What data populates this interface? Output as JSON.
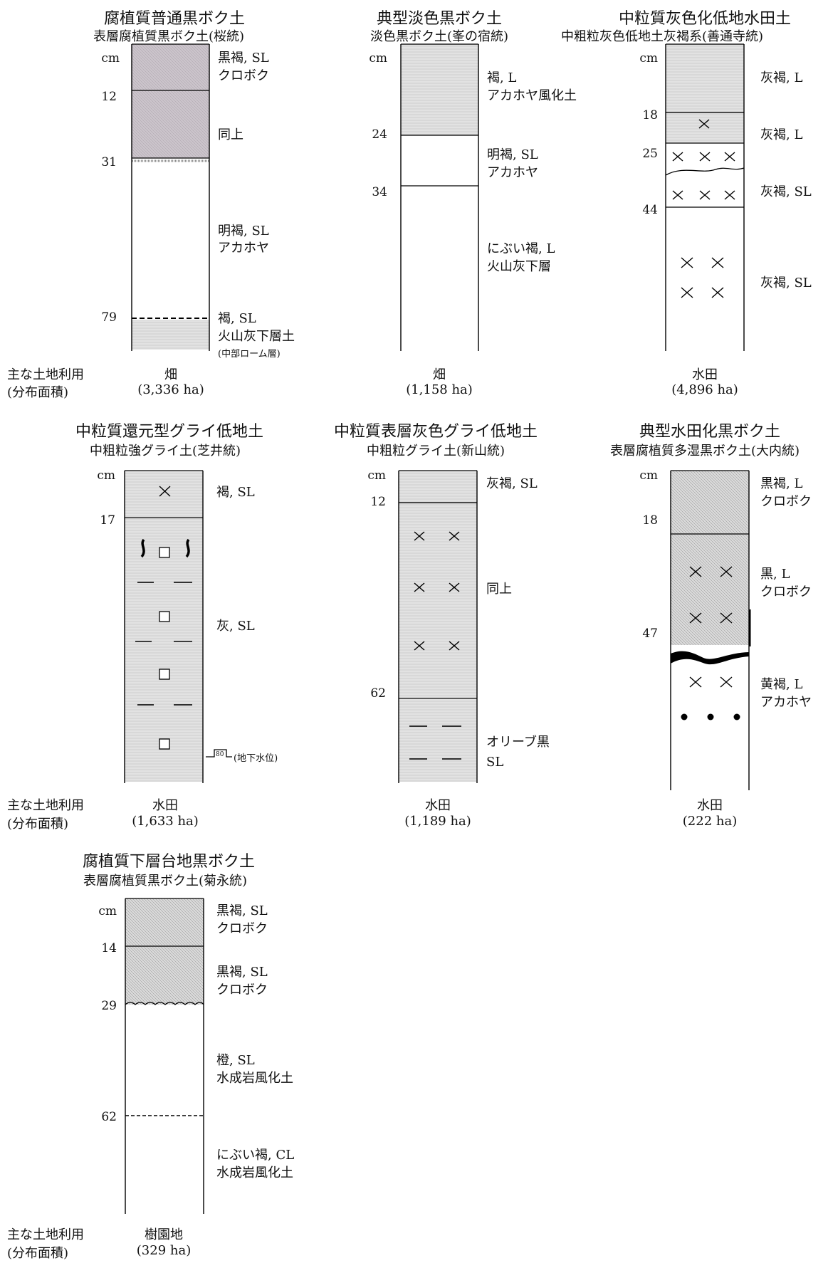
{
  "legend": {
    "land_use_label": "主な土地利用",
    "area_label": "(分布面積)"
  },
  "unit": "cm",
  "profiles": [
    {
      "title": "腐植質普通黒ボク土",
      "subtitle": "表層腐植質黒ボク土(桜統)",
      "land_use": "畑",
      "area": "(3,336 ha)",
      "depths": [
        "12",
        "31",
        "79"
      ],
      "horizons": [
        {
          "color_texture": "黒褐, SL",
          "material": "クロボク"
        },
        {
          "color_texture": "同上",
          "material": ""
        },
        {
          "color_texture": "明褐, SL",
          "material": "アカホヤ"
        },
        {
          "color_texture": "褐, SL",
          "material": "火山灰下層土",
          "note": "(中部ローム層)"
        }
      ]
    },
    {
      "title": "典型淡色黒ボク土",
      "subtitle": "淡色黒ボク土(峯の宿統)",
      "land_use": "畑",
      "area": "(1,158 ha)",
      "depths": [
        "24",
        "34"
      ],
      "horizons": [
        {
          "color_texture": "褐, L",
          "material": "アカホヤ風化土"
        },
        {
          "color_texture": "明褐, SL",
          "material": "アカホヤ"
        },
        {
          "color_texture": "にぶい褐, L",
          "material": "火山灰下層"
        }
      ]
    },
    {
      "title": "中粒質灰色化低地水田土",
      "subtitle": "中粗粒灰色低地土灰褐系(善通寺統)",
      "land_use": "水田",
      "area": "(4,896 ha)",
      "depths": [
        "18",
        "25",
        "44"
      ],
      "horizons": [
        {
          "color_texture": "灰褐, L"
        },
        {
          "color_texture": "灰褐, L"
        },
        {
          "color_texture": "灰褐, SL"
        },
        {
          "color_texture": "灰褐, SL"
        }
      ]
    },
    {
      "title": "中粒質還元型グライ低地土",
      "subtitle": "中粗粒強グライ土(芝井統)",
      "land_use": "水田",
      "area": "(1,633 ha)",
      "depths": [
        "17"
      ],
      "groundwater_depth": "80",
      "groundwater_label": "(地下水位)",
      "horizons": [
        {
          "color_texture": "褐, SL"
        },
        {
          "color_texture": "灰, SL"
        }
      ]
    },
    {
      "title": "中粒質表層灰色グライ低地土",
      "subtitle": "中粗粒グライ土(新山統)",
      "land_use": "水田",
      "area": "(1,189 ha)",
      "depths": [
        "12",
        "62"
      ],
      "horizons": [
        {
          "color_texture": "灰褐, SL"
        },
        {
          "color_texture": "同上"
        },
        {
          "color_texture": "オリーブ黒",
          "material": "SL"
        }
      ]
    },
    {
      "title": "典型水田化黒ボク土",
      "subtitle": "表層腐植質多湿黒ボク土(大内統)",
      "land_use": "水田",
      "area": "(222 ha)",
      "depths": [
        "18",
        "47"
      ],
      "horizons": [
        {
          "color_texture": "黒褐, L",
          "material": "クロボク"
        },
        {
          "color_texture": "黒, L",
          "material": "クロボク"
        },
        {
          "color_texture": "黄褐, L",
          "material": "アカホヤ"
        }
      ]
    },
    {
      "title": "腐植質下層台地黒ボク土",
      "subtitle": "表層腐植質黒ボク土(菊永統)",
      "land_use": "樹園地",
      "area": "(329 ha)",
      "depths": [
        "14",
        "29",
        "62"
      ],
      "horizons": [
        {
          "color_texture": "黒褐, SL",
          "material": "クロボク"
        },
        {
          "color_texture": "黒褐, SL",
          "material": "クロボク"
        },
        {
          "color_texture": "橙, SL",
          "material": "水成岩風化土"
        },
        {
          "color_texture": "にぶい褐, CL",
          "material": "水成岩風化土"
        }
      ]
    }
  ]
}
